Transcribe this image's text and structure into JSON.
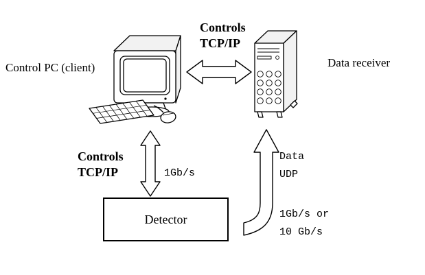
{
  "diagram": {
    "nodes": [
      {
        "id": "control-pc",
        "label": "Control PC (client)",
        "icon": "desktop-computer-icon"
      },
      {
        "id": "data-receiver",
        "label": "Data receiver",
        "icon": "tower-server-icon"
      },
      {
        "id": "detector",
        "label": "Detector",
        "icon": "box"
      }
    ],
    "connections": [
      {
        "id": "pc-receiver",
        "from": "control-pc",
        "to": "data-receiver",
        "label": "Controls\nTCP/IP",
        "type": "double-headed-arrow"
      },
      {
        "id": "pc-detector",
        "from": "control-pc",
        "to": "detector",
        "label": "Controls\nTCP/IP",
        "rate": "1Gb/s",
        "type": "double-headed-arrow"
      },
      {
        "id": "detector-receiver",
        "from": "detector",
        "to": "data-receiver",
        "label": "Data\nUDP",
        "rate": "1Gb/s or\n10 Gb/s",
        "type": "curved-arrow"
      }
    ]
  },
  "colors": {
    "background": "#ffffff",
    "line": "#000000",
    "shade": "#f2f2f2"
  }
}
